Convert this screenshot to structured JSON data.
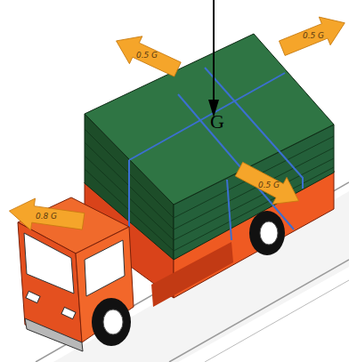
{
  "diagram": {
    "nodes": [
      {
        "text": [
          "0.5 G"
        ]
      },
      {
        "text": [
          "0.5 G"
        ]
      },
      {
        "text": [
          "0.5 G"
        ]
      },
      {
        "text": [
          "0.8 G"
        ]
      }
    ],
    "labels": [
      "G"
    ]
  }
}
